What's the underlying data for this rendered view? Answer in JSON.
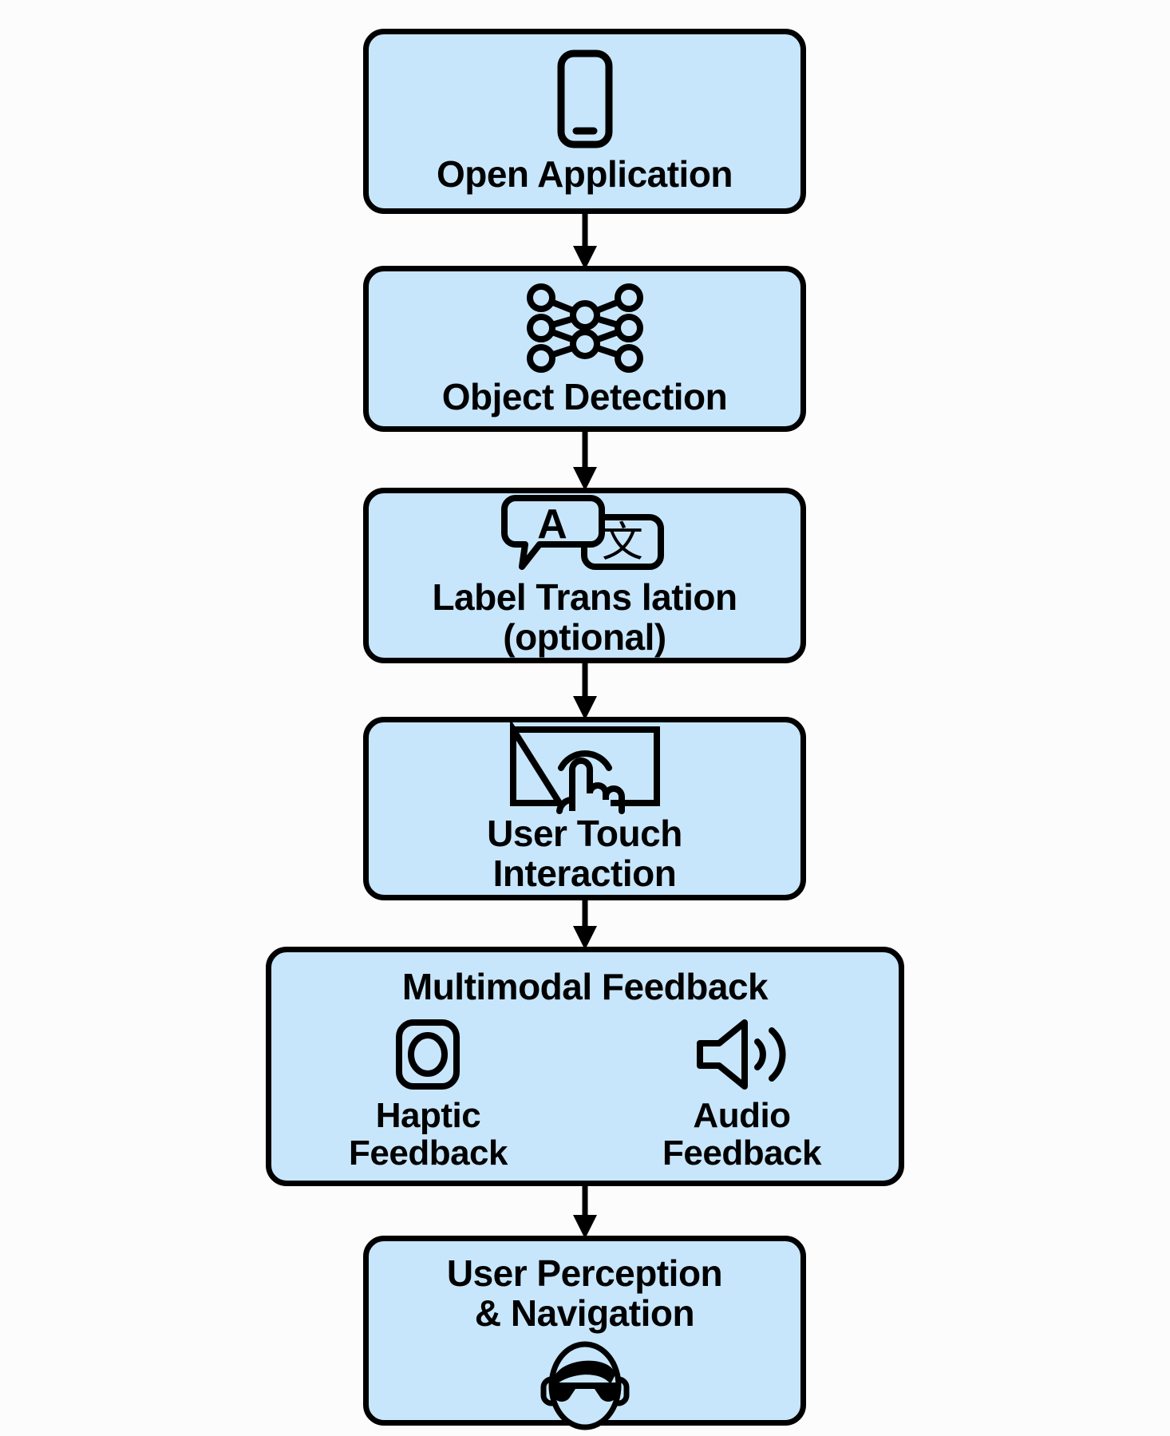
{
  "diagram": {
    "title": "Assistive Object Detection Application Flow",
    "type": "flowchart",
    "orientation": "vertical",
    "colors": {
      "node_fill": "#c7e6fb",
      "node_stroke": "#000000",
      "background": "#fcfcfc",
      "text": "#000000"
    },
    "nodes": [
      {
        "id": "open-application",
        "label": "Open Application",
        "icon": "smartphone-icon"
      },
      {
        "id": "object-detection",
        "label": "Object Detection",
        "icon": "neural-network-icon"
      },
      {
        "id": "label-translation",
        "label": "Label Trans lation\n(optional)",
        "icon": "translate-icon"
      },
      {
        "id": "user-touch",
        "label": "User Touch\nInteraction",
        "icon": "touch-screen-icon"
      },
      {
        "id": "multimodal-feedback",
        "label": "Multimodal Feedback",
        "children": [
          {
            "id": "haptic-feedback",
            "label": "Haptic\nFeedback",
            "icon": "vibration-icon"
          },
          {
            "id": "audio-feedback",
            "label": "Audio\nFeedback",
            "icon": "speaker-icon"
          }
        ]
      },
      {
        "id": "user-perception",
        "label": "User Perception\n& Navigation",
        "icon": "blind-user-face-icon"
      }
    ],
    "edges": [
      {
        "from": "open-application",
        "to": "object-detection"
      },
      {
        "from": "object-detection",
        "to": "label-translation"
      },
      {
        "from": "label-translation",
        "to": "user-touch"
      },
      {
        "from": "user-touch",
        "to": "multimodal-feedback"
      },
      {
        "from": "multimodal-feedback",
        "to": "user-perception"
      }
    ]
  }
}
